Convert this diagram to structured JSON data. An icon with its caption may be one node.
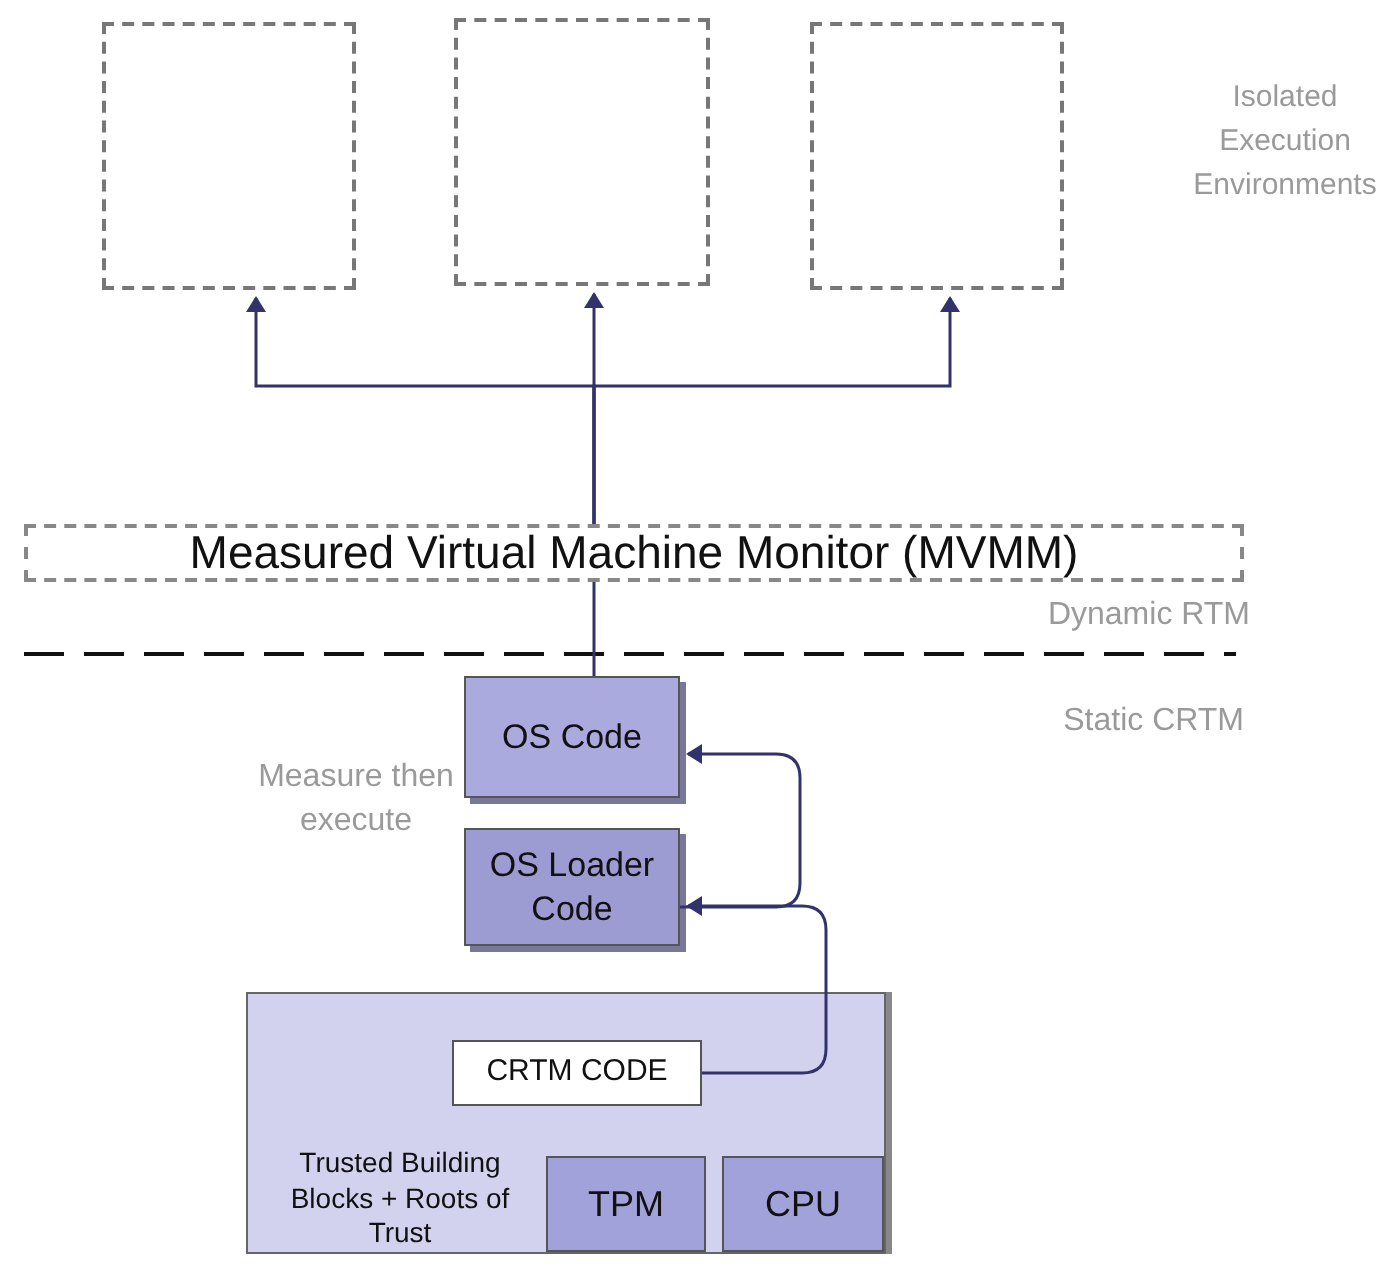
{
  "diagram": {
    "nodes": [
      {
        "text": [],
        "shape": "box"
      },
      {
        "text": [],
        "shape": "box"
      },
      {
        "text": [],
        "shape": "box"
      },
      {
        "text": [
          "Measured Virtual Machine Monitor (MVMM)"
        ]
      },
      {
        "text": [
          "OS Code"
        ]
      },
      {
        "text": [
          "OS Loader Code"
        ]
      },
      {
        "text": [
          "Trusted Building Blocks + Roots of Trust"
        ]
      },
      {
        "text": [
          "CRTM CODE"
        ],
        "in": 6
      },
      {
        "text": [
          "TPM"
        ],
        "in": 6
      },
      {
        "text": [
          "CPU"
        ],
        "in": 6
      }
    ],
    "edges": [
      {
        "from": 4,
        "to": 3,
        "arrow": "none"
      },
      {
        "from": 3,
        "to": 0,
        "arrow": "to"
      },
      {
        "from": 3,
        "to": 1,
        "arrow": "to"
      },
      {
        "from": 3,
        "to": 2,
        "arrow": "to"
      },
      {
        "from": 5,
        "to": 4,
        "arrow": "to"
      },
      {
        "from": 7,
        "to": 5,
        "arrow": "to"
      }
    ],
    "labels": [
      "Isolated Execution Environments",
      "Dynamic RTM",
      "Static CRTM",
      "Measure then execute"
    ]
  }
}
